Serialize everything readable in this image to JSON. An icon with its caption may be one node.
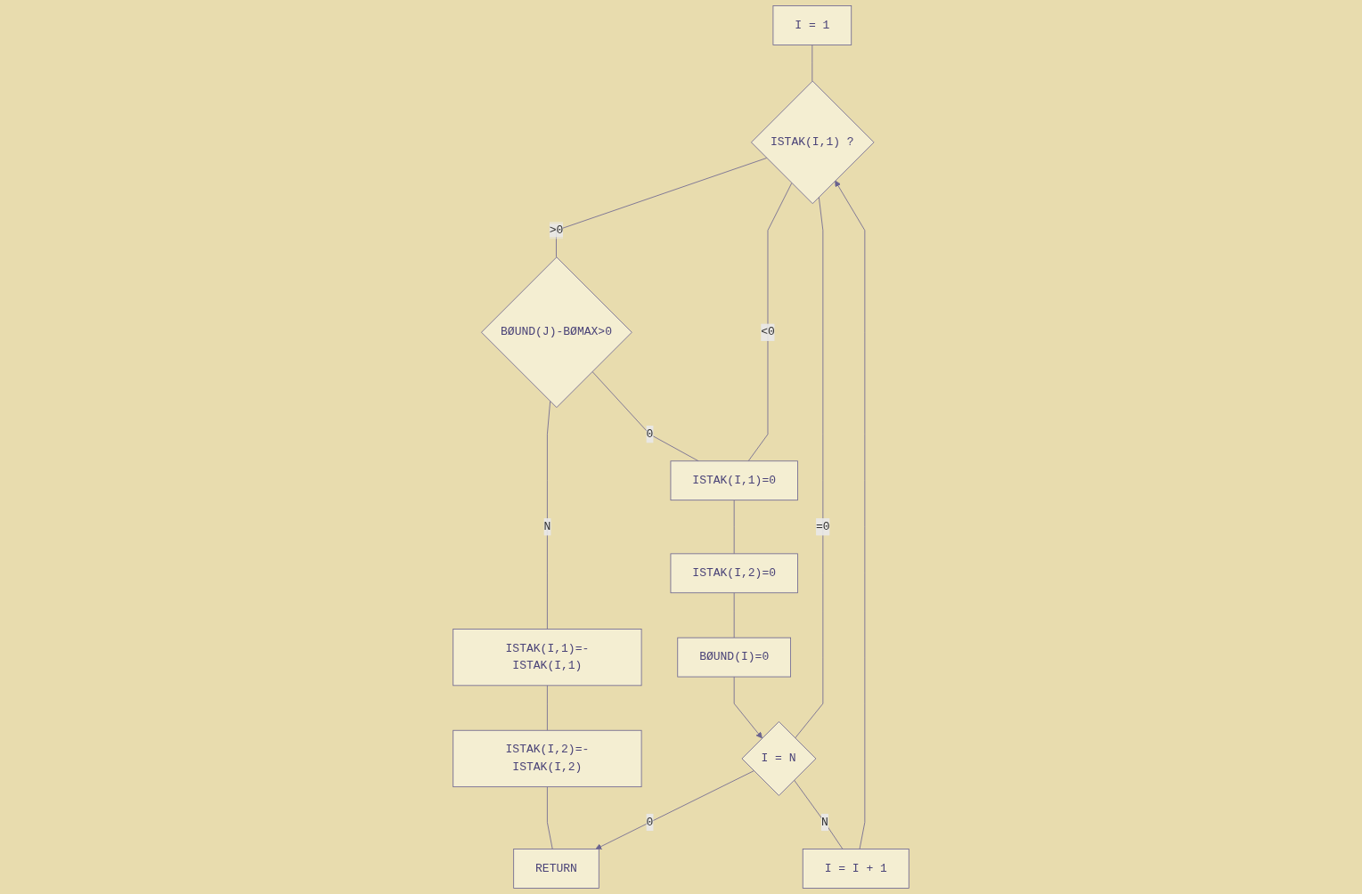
{
  "diagram": {
    "nodes": [
      {
        "text": [
          "I = 1"
        ]
      },
      {
        "text": [
          "ISTAK(I,1) ?"
        ]
      },
      {
        "text": [
          "BØUND(J)-BØMAX>0"
        ]
      },
      {
        "text": [
          "ISTAK(I,1)=-ISTAK(I,1)"
        ]
      },
      {
        "text": [
          "ISTAK(I,2)=-ISTAK(I,2)"
        ]
      },
      {
        "text": [
          "ISTAK(I,1)=0"
        ]
      },
      {
        "text": [
          "ISTAK(I,2)=0"
        ]
      },
      {
        "text": [
          "BØUND(I)=0"
        ]
      },
      {
        "text": [
          "I = N"
        ]
      },
      {
        "text": [
          "I = I + 1"
        ]
      },
      {
        "text": [
          "RETURN"
        ]
      }
    ],
    "edges": [
      {
        "from": 0,
        "to": 1,
        "arrow": "none"
      },
      {
        "from": 1,
        "to": 2,
        "label": ">0",
        "arrow": "none"
      },
      {
        "from": 1,
        "to": 5,
        "label": "<0",
        "arrow": "none"
      },
      {
        "from": 1,
        "to": 8,
        "label": "=0",
        "arrow": "none"
      },
      {
        "from": 2,
        "to": 3,
        "label": "N",
        "arrow": "none"
      },
      {
        "from": 2,
        "to": 5,
        "label": "0",
        "arrow": "none"
      },
      {
        "from": 3,
        "to": 4,
        "arrow": "none"
      },
      {
        "from": 4,
        "to": 10,
        "arrow": "none"
      },
      {
        "from": 5,
        "to": 6,
        "arrow": "none"
      },
      {
        "from": 6,
        "to": 7,
        "arrow": "none"
      },
      {
        "from": 7,
        "to": 8,
        "arrow": "to"
      },
      {
        "from": 8,
        "to": 10,
        "label": "0",
        "arrow": "to"
      },
      {
        "from": 8,
        "to": 9,
        "label": "N",
        "arrow": "none"
      },
      {
        "from": 9,
        "to": 1,
        "arrow": "to"
      }
    ]
  }
}
